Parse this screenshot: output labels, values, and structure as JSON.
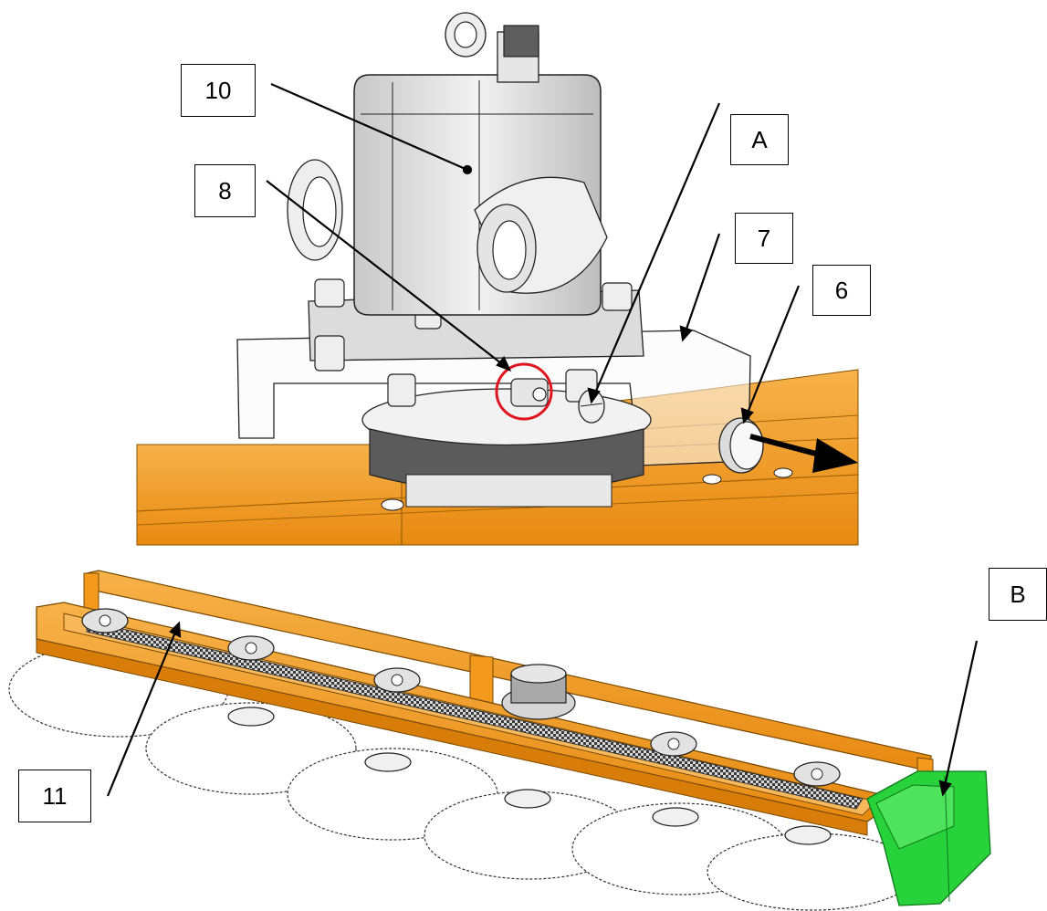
{
  "callouts": {
    "c10": "10",
    "c8": "8",
    "cA": "A",
    "c7": "7",
    "c6": "6",
    "cB": "B",
    "c11": "11"
  },
  "colors": {
    "frame_orange": "#f39a1e",
    "frame_orange_dark": "#c9740a",
    "highlight_red": "#e0141e",
    "guard_green": "#27d23a",
    "housing_grey": "#e6e6e6",
    "dark_ring": "#505050"
  }
}
